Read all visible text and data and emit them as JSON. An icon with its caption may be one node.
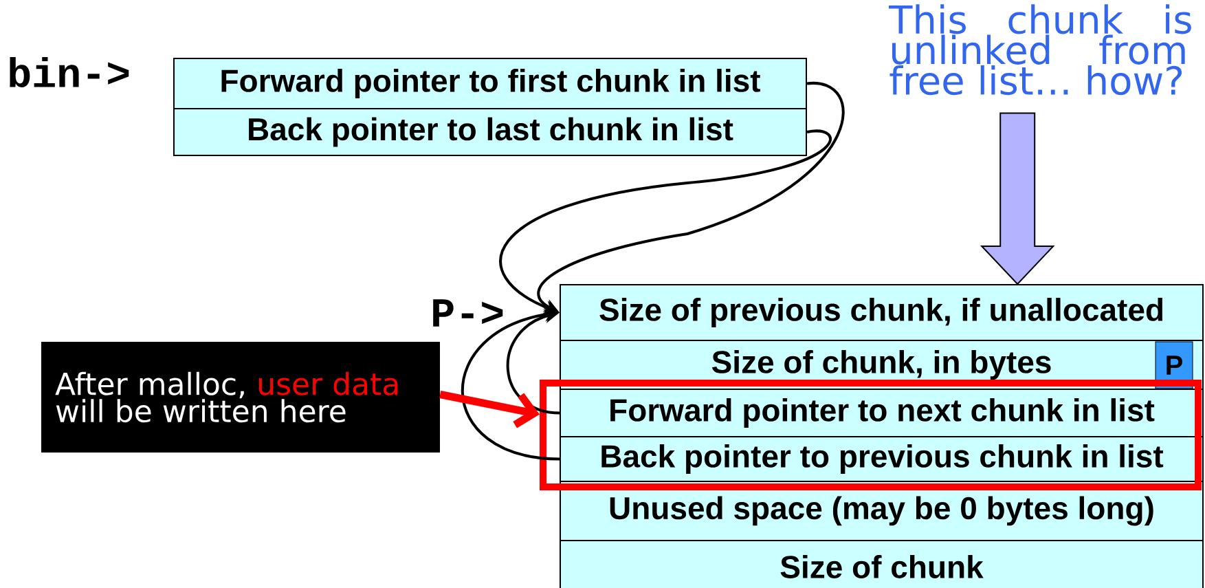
{
  "diagram": {
    "nodes": [
      {
        "text": [
          "Forward pointer to first chunk in list"
        ]
      },
      {
        "text": [
          "Back pointer to last chunk in list"
        ]
      },
      {
        "text": [
          "Size of previous chunk, if unallocated"
        ]
      },
      {
        "text": [
          "Size of chunk, in bytes"
        ]
      },
      {
        "text": [
          "P"
        ],
        "in": 3
      },
      {
        "text": [],
        "shape": "box"
      },
      {
        "text": [
          "Forward pointer to next chunk in list"
        ],
        "in": 5
      },
      {
        "text": [
          "Back pointer to previous chunk in list"
        ],
        "in": 5
      },
      {
        "text": [
          "Unused space (may be 0 bytes long)"
        ]
      },
      {
        "text": [
          "Size of chunk"
        ]
      },
      {
        "text": [
          "After malloc,",
          "user data",
          "will be written here"
        ]
      },
      {
        "text": [
          "This chunk is unlinked from free list… how?"
        ]
      }
    ],
    "edges": [
      {
        "from": 0,
        "to": 2,
        "arrow": "to"
      },
      {
        "from": 1,
        "to": 2,
        "arrow": "to"
      },
      {
        "from": 6,
        "to": 2,
        "arrow": "to"
      },
      {
        "from": 7,
        "to": 2,
        "arrow": "to"
      },
      {
        "from": 10,
        "to": 5,
        "arrow": "to",
        "style": "thick",
        "color": "#ff0000"
      },
      {
        "from": 11,
        "to": 2,
        "arrow": "to",
        "style": "thick",
        "color": "#b3b3ff"
      }
    ],
    "labels": [
      "bin->",
      "P->"
    ]
  }
}
